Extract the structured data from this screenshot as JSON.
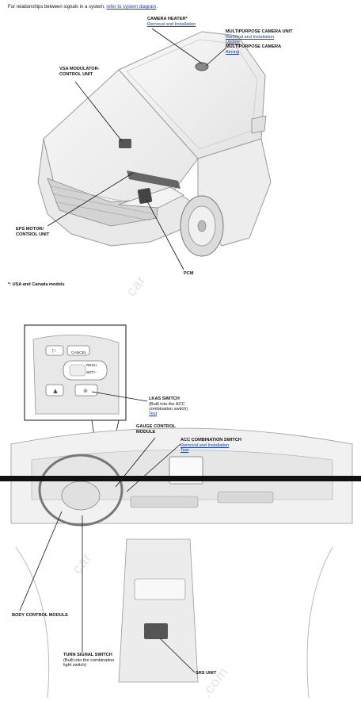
{
  "intro": {
    "text": "For relationships between signals in a system, ",
    "link": "refer to system diagram",
    "end": "."
  },
  "top": {
    "camera_heater": {
      "title": "CAMERA HEATER*",
      "link1": "Removal and Installation"
    },
    "multipurpose_unit": {
      "title": "MULTIPURPOSE CAMERA UNIT",
      "link1": "Removal and Installation",
      "link2": "Update"
    },
    "multipurpose_camera": {
      "title": "MULTIPURPOSE CAMERA",
      "link1": "Aiming"
    },
    "vsa": {
      "line1": "VSA MODULATOR-",
      "line2": "CONTROL UNIT"
    },
    "eps": {
      "line1": "EPS MOTOR/",
      "line2": "CONTROL UNIT"
    },
    "pcm": {
      "title": "PCM"
    },
    "footnote": "*: USA and Canada models"
  },
  "bottom": {
    "switch_panel": {
      "cancel": "CANCEL",
      "res": "RES/+",
      "set": "SET/−"
    },
    "lkas": {
      "title": "LKAS SWITCH",
      "note1": "(Built into the ACC",
      "note2": "combination switch)",
      "link1": "Test"
    },
    "gauge": {
      "line1": "GAUGE CONTROL",
      "line2": "MODULE"
    },
    "acc": {
      "title": "ACC COMBINATION SWITCH",
      "link1": "Removal and Installation",
      "link2": "Test"
    },
    "bcm": {
      "title": "BODY CONTROL MODULE"
    },
    "turn": {
      "title": "TURN SIGNAL SWITCH",
      "note1": "(Built into the combination",
      "note2": "light switch)"
    },
    "srs": {
      "title": "SRS UNIT"
    }
  },
  "watermark": [
    "car",
    "car",
    ".com"
  ]
}
